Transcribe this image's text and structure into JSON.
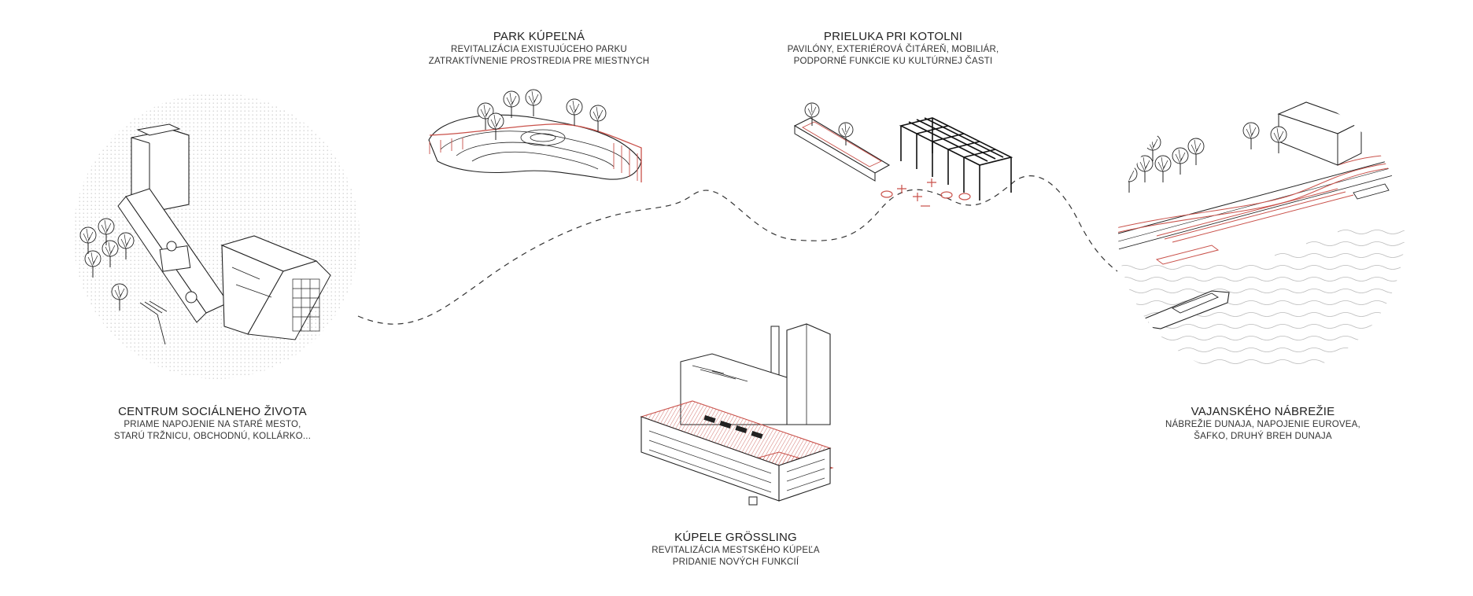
{
  "colors": {
    "ink": "#1a1a1a",
    "accent": "#c9514a",
    "hatch": "#d0d0d0",
    "background": "#ffffff"
  },
  "labels": {
    "centrum": {
      "title": "Centrum sociálneho života",
      "line1": "Priame napojenie na Staré Mesto,",
      "line2": "Starú Tržnicu, obchodnú, Kollárko..."
    },
    "park": {
      "title": "Park Kúpeľná",
      "line1": "Revitalizácia existujúceho parku",
      "line2": "zatraktívnenie prostredia pre miestnych"
    },
    "prieluka": {
      "title": "Prieluka pri kotolni",
      "line1": "Pavilóny, exteriérová čitáreň, mobiliár,",
      "line2": "podporné funkcie ku kultúrnej časti"
    },
    "kupele": {
      "title": "Kúpele Grössling",
      "line1": "Revitalizácia mestského kúpeľa",
      "line2": "Pridanie nových funkcií"
    },
    "nabrezie": {
      "title": "Vajanského nábrežie",
      "line1": "nábrežie Dunaja, napojenie Eurovea,",
      "line2": "Šafko, druhý breh Dunaja"
    }
  }
}
